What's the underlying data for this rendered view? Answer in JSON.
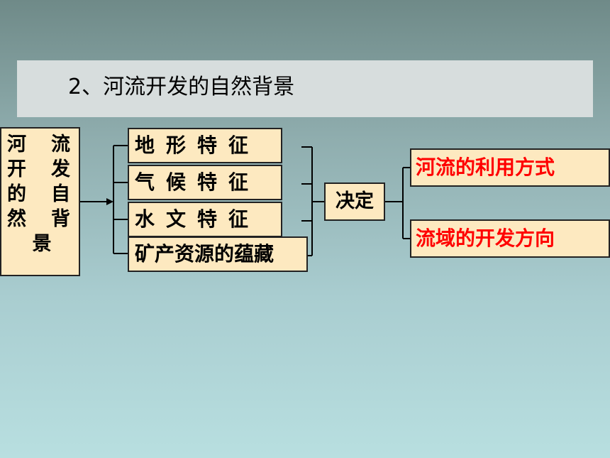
{
  "title": "2、河流开发的自然背景",
  "root": {
    "lines": [
      "河",
      "流",
      "开",
      "发",
      "的",
      "自",
      "然",
      "背"
    ],
    "last": "景"
  },
  "factors": [
    "地形特征",
    "气候特征",
    "水文特征",
    "矿产资源的蕴藏"
  ],
  "decide": "决定",
  "results": [
    "河流的利用方式",
    "流域的开发方向"
  ],
  "colors": {
    "box_fill": "#fde9c0",
    "result_text": "#ff0000",
    "title_bar": "#d7dddd"
  }
}
